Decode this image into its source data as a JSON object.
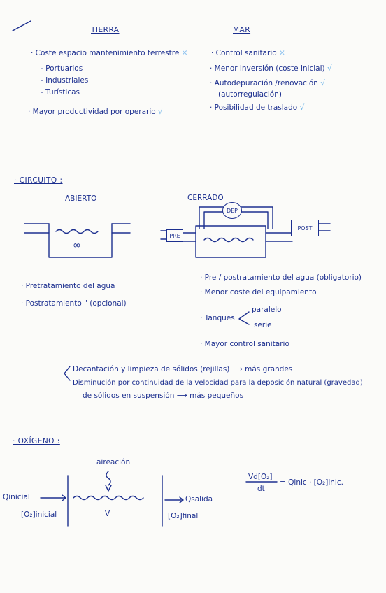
{
  "headings": {
    "tierra": "TIERRA",
    "mar": "MAR",
    "circuito": "· CIRCUITO :",
    "oxigeno": "· OXÍGENO :"
  },
  "tierra": {
    "items": [
      {
        "text": "· Coste espacio mantenimiento terrestre",
        "mark": "✕"
      },
      {
        "text": "- Portuarios",
        "mark": ""
      },
      {
        "text": "- Industriales",
        "mark": ""
      },
      {
        "text": "- Turísticas",
        "mark": ""
      },
      {
        "text": "· Mayor productividad por operario",
        "mark": "√"
      }
    ]
  },
  "mar": {
    "items": [
      {
        "text": "· Control sanitario",
        "mark": "✕"
      },
      {
        "text": "· Menor inversión (coste inicial)",
        "mark": "√"
      },
      {
        "text": "· Autodepuración /renovación",
        "mark": "√"
      },
      {
        "text": "(autorregulación)",
        "mark": ""
      },
      {
        "text": "· Posibilidad de traslado",
        "mark": "√"
      }
    ]
  },
  "circuito": {
    "abierto": {
      "title": "ABIERTO",
      "symbol": "∞",
      "notes": [
        "· Pretratamiento del agua",
        "· Postratamiento  \"  (opcional)"
      ]
    },
    "cerrado": {
      "title": "CERRADO",
      "boxes": {
        "pre": "PRE",
        "dep": "DEP",
        "post": "POST"
      },
      "notes": [
        "· Pre / postratamiento del agua (obligatorio)",
        "· Menor coste del equipamiento",
        "· Tanques",
        "paralelo",
        "serie",
        "· Mayor control sanitario"
      ]
    },
    "decant": [
      "Decantación y limpieza de sólidos (rejillas) ⟶ más grandes",
      "Disminución por continuidad de la velocidad para la deposición natural (gravedad)",
      "de sólidos en suspensión ⟶ más pequeños"
    ]
  },
  "oxigeno": {
    "aireacion": "aireación",
    "q_inicial": "Qinicial",
    "o2_inicial": "[O₂]inicial",
    "v": "V",
    "q_salida": "Qsalida",
    "o2_final": "[O₂]final",
    "eq_num": "Vd[O₂]",
    "eq_den": "dt",
    "eq_rhs": "= Qinic · [O₂]inic."
  }
}
